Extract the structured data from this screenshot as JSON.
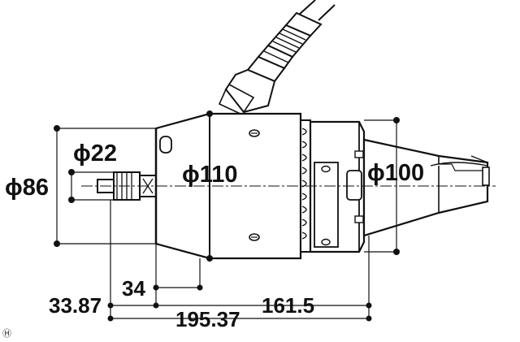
{
  "dimensions": {
    "d22": "ϕ22",
    "d86": "ϕ86",
    "d110": "ϕ110",
    "d100": "ϕ100",
    "len34": "34",
    "len33_87": "33.87",
    "len161_5": "161.5",
    "len195_37": "195.37"
  },
  "corner_mark": "Ⓗ",
  "colors": {
    "line": "#111111",
    "background": "#ffffff"
  }
}
